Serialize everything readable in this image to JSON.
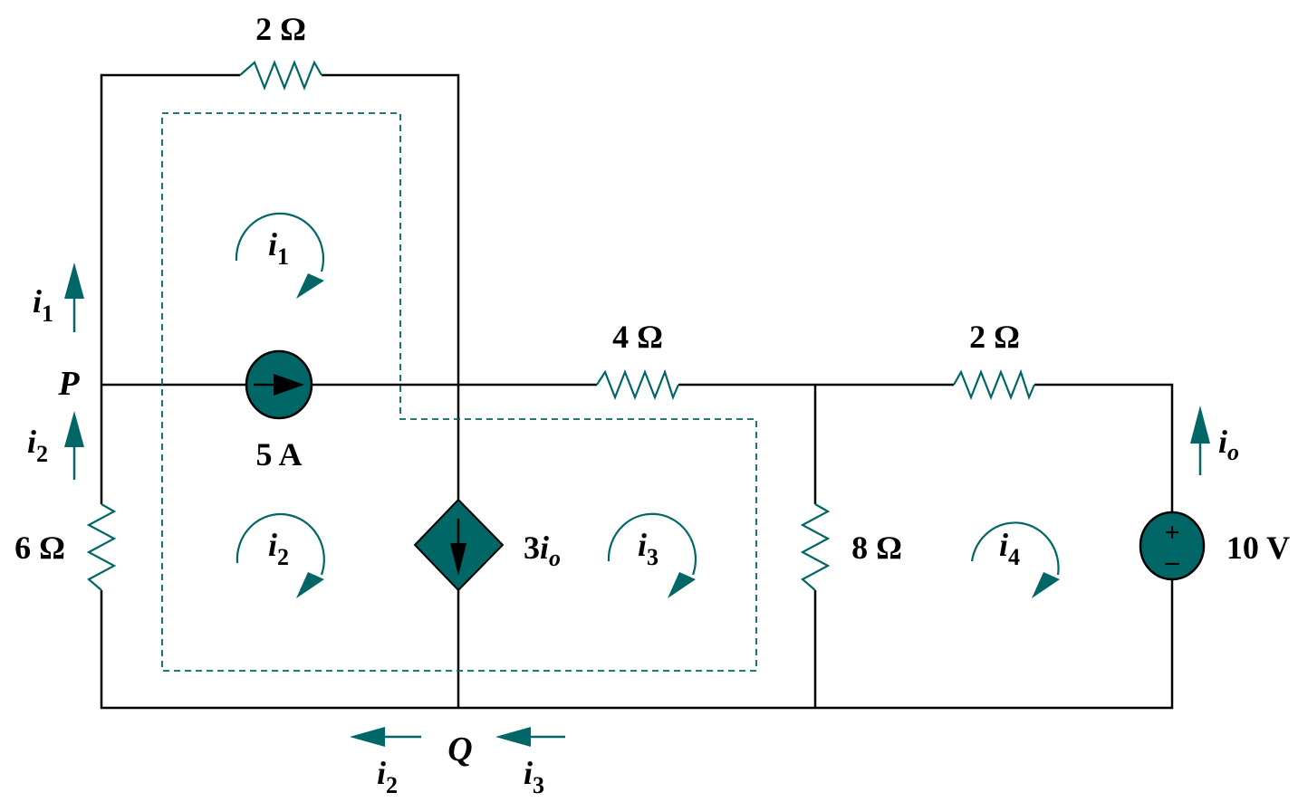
{
  "colors": {
    "wire": "#000000",
    "accent": "#006666",
    "background": "#ffffff"
  },
  "components": {
    "r_top": "2 Ω",
    "r_left": "6 Ω",
    "r_mid": "4 Ω",
    "r_right_top": "2 Ω",
    "r_center": "8 Ω",
    "current_source": "5 A",
    "dependent_source_coef": "3",
    "dependent_source_var": "i",
    "dependent_source_sub": "o",
    "voltage_source": "10 V",
    "voltage_plus": "+",
    "voltage_minus": "–"
  },
  "nodes": {
    "p": "P",
    "q": "Q"
  },
  "mesh_labels": [
    {
      "var": "i",
      "sub": "1"
    },
    {
      "var": "i",
      "sub": "2"
    },
    {
      "var": "i",
      "sub": "3"
    },
    {
      "var": "i",
      "sub": "4"
    }
  ],
  "branch_currents": {
    "left_upper": {
      "var": "i",
      "sub": "1"
    },
    "left_lower": {
      "var": "i",
      "sub": "2"
    },
    "q_left": {
      "var": "i",
      "sub": "2"
    },
    "q_right": {
      "var": "i",
      "sub": "3"
    },
    "io": {
      "var": "i",
      "sub": "o"
    }
  }
}
